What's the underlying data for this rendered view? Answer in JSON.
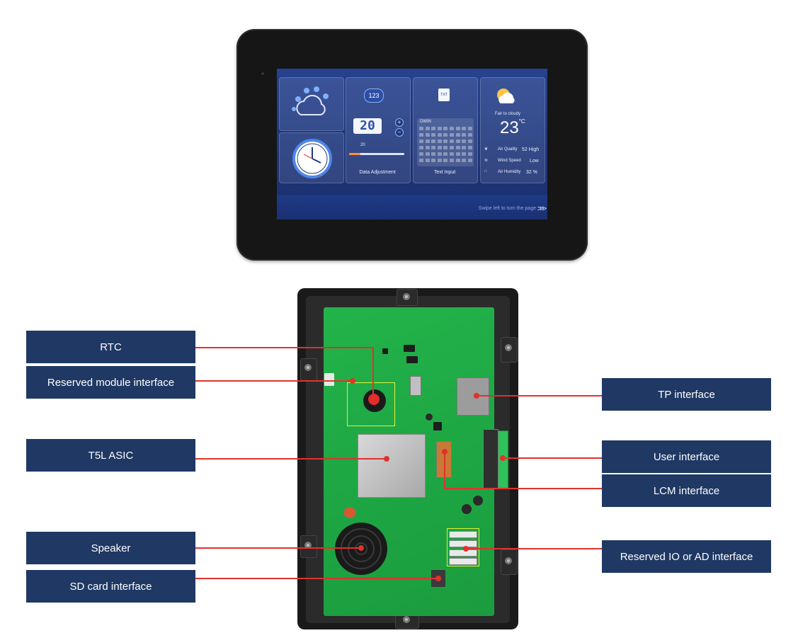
{
  "device_screen": {
    "tile_123": "123",
    "value_display": "20",
    "slider_value": "20",
    "slider_fraction": 0.2,
    "data_adjustment_label": "Data Adjustment",
    "txt_icon": "TXT",
    "keyboard_field": "DWIN",
    "text_input_label": "Text Input",
    "weather_status": "Fair to cloudy",
    "temperature": "23",
    "temperature_unit": "°C",
    "air_quality_label": "Air Quality",
    "air_quality_value": "52 High",
    "wind_speed_label": "Wind Speed",
    "wind_speed_value": "Low",
    "air_humidity_label": "Air Humidity",
    "air_humidity_value": "32 %",
    "swipe_hint": "Swipe left to turn the page",
    "swipe_chevrons": ">>>"
  },
  "labels": {
    "rtc": "RTC",
    "reserved_module": "Reserved module interface",
    "t5l_asic": "T5L ASIC",
    "speaker": "Speaker",
    "sd_card": "SD card interface",
    "tp_interface": "TP interface",
    "user_interface": "User interface",
    "lcm_interface": "LCM interface",
    "reserved_io": "Reserved IO or AD interface"
  },
  "colors": {
    "label_bg": "#1f3864",
    "leader": "#e0322c",
    "highlight": "#e0f23a",
    "pcb": "#1ea744"
  }
}
